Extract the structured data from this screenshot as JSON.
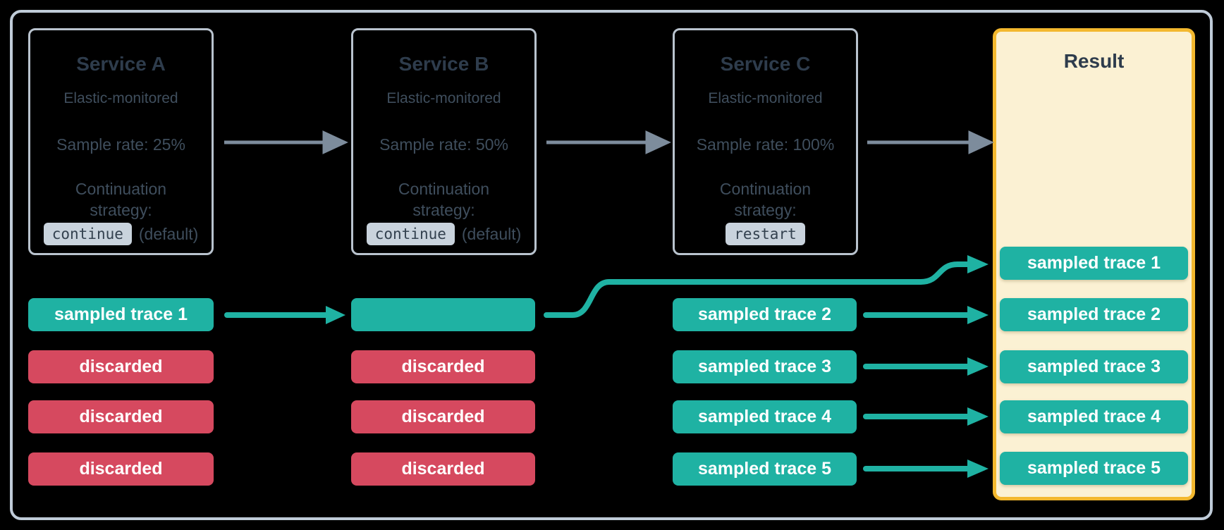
{
  "diagram_title": "Distributed trace sampling across services",
  "palette": {
    "background": "#000000",
    "teal_pill": "#1fb2a3",
    "red_pill": "#d6495f",
    "result_fill": "#fbf1d3",
    "result_border": "#f3b82e",
    "service_border": "#b9c3ce",
    "outer_border": "#bfcbd8",
    "gray_arrow": "#7d8c9c",
    "heading_text": "#2e3c4c",
    "body_text": "#3f4e5d",
    "code_badge_bg": "#c9d3dd"
  },
  "services": [
    {
      "title": "Service A",
      "monitoring": "Elastic-monitored",
      "sample_rate": "Sample rate: 25%",
      "continuation_line1": "Continuation",
      "continuation_line2": "strategy:",
      "strategy_code": "continue",
      "strategy_suffix": "(default)"
    },
    {
      "title": "Service B",
      "monitoring": "Elastic-monitored",
      "sample_rate": "Sample rate: 50%",
      "continuation_line1": "Continuation",
      "continuation_line2": "strategy:",
      "strategy_code": "continue",
      "strategy_suffix": "(default)"
    },
    {
      "title": "Service C",
      "monitoring": "Elastic-monitored",
      "sample_rate": "Sample rate: 100%",
      "continuation_line1": "Continuation",
      "continuation_line2": "strategy:",
      "strategy_code": "restart",
      "strategy_suffix": ""
    }
  ],
  "columns": [
    {
      "rows": [
        {
          "label": "sampled trace 1",
          "type": "sampled"
        },
        {
          "label": "discarded",
          "type": "discarded"
        },
        {
          "label": "discarded",
          "type": "discarded"
        },
        {
          "label": "discarded",
          "type": "discarded"
        }
      ]
    },
    {
      "rows": [
        {
          "label": "",
          "type": "sampled"
        },
        {
          "label": "discarded",
          "type": "discarded"
        },
        {
          "label": "discarded",
          "type": "discarded"
        },
        {
          "label": "discarded",
          "type": "discarded"
        }
      ]
    },
    {
      "rows": [
        {
          "label": "sampled trace 2",
          "type": "sampled"
        },
        {
          "label": "sampled trace 3",
          "type": "sampled"
        },
        {
          "label": "sampled trace 4",
          "type": "sampled"
        },
        {
          "label": "sampled trace 5",
          "type": "sampled"
        }
      ]
    }
  ],
  "result": {
    "title": "Result",
    "pills": [
      "sampled trace 1",
      "sampled trace 2",
      "sampled trace 3",
      "sampled trace 4",
      "sampled trace 5"
    ]
  }
}
